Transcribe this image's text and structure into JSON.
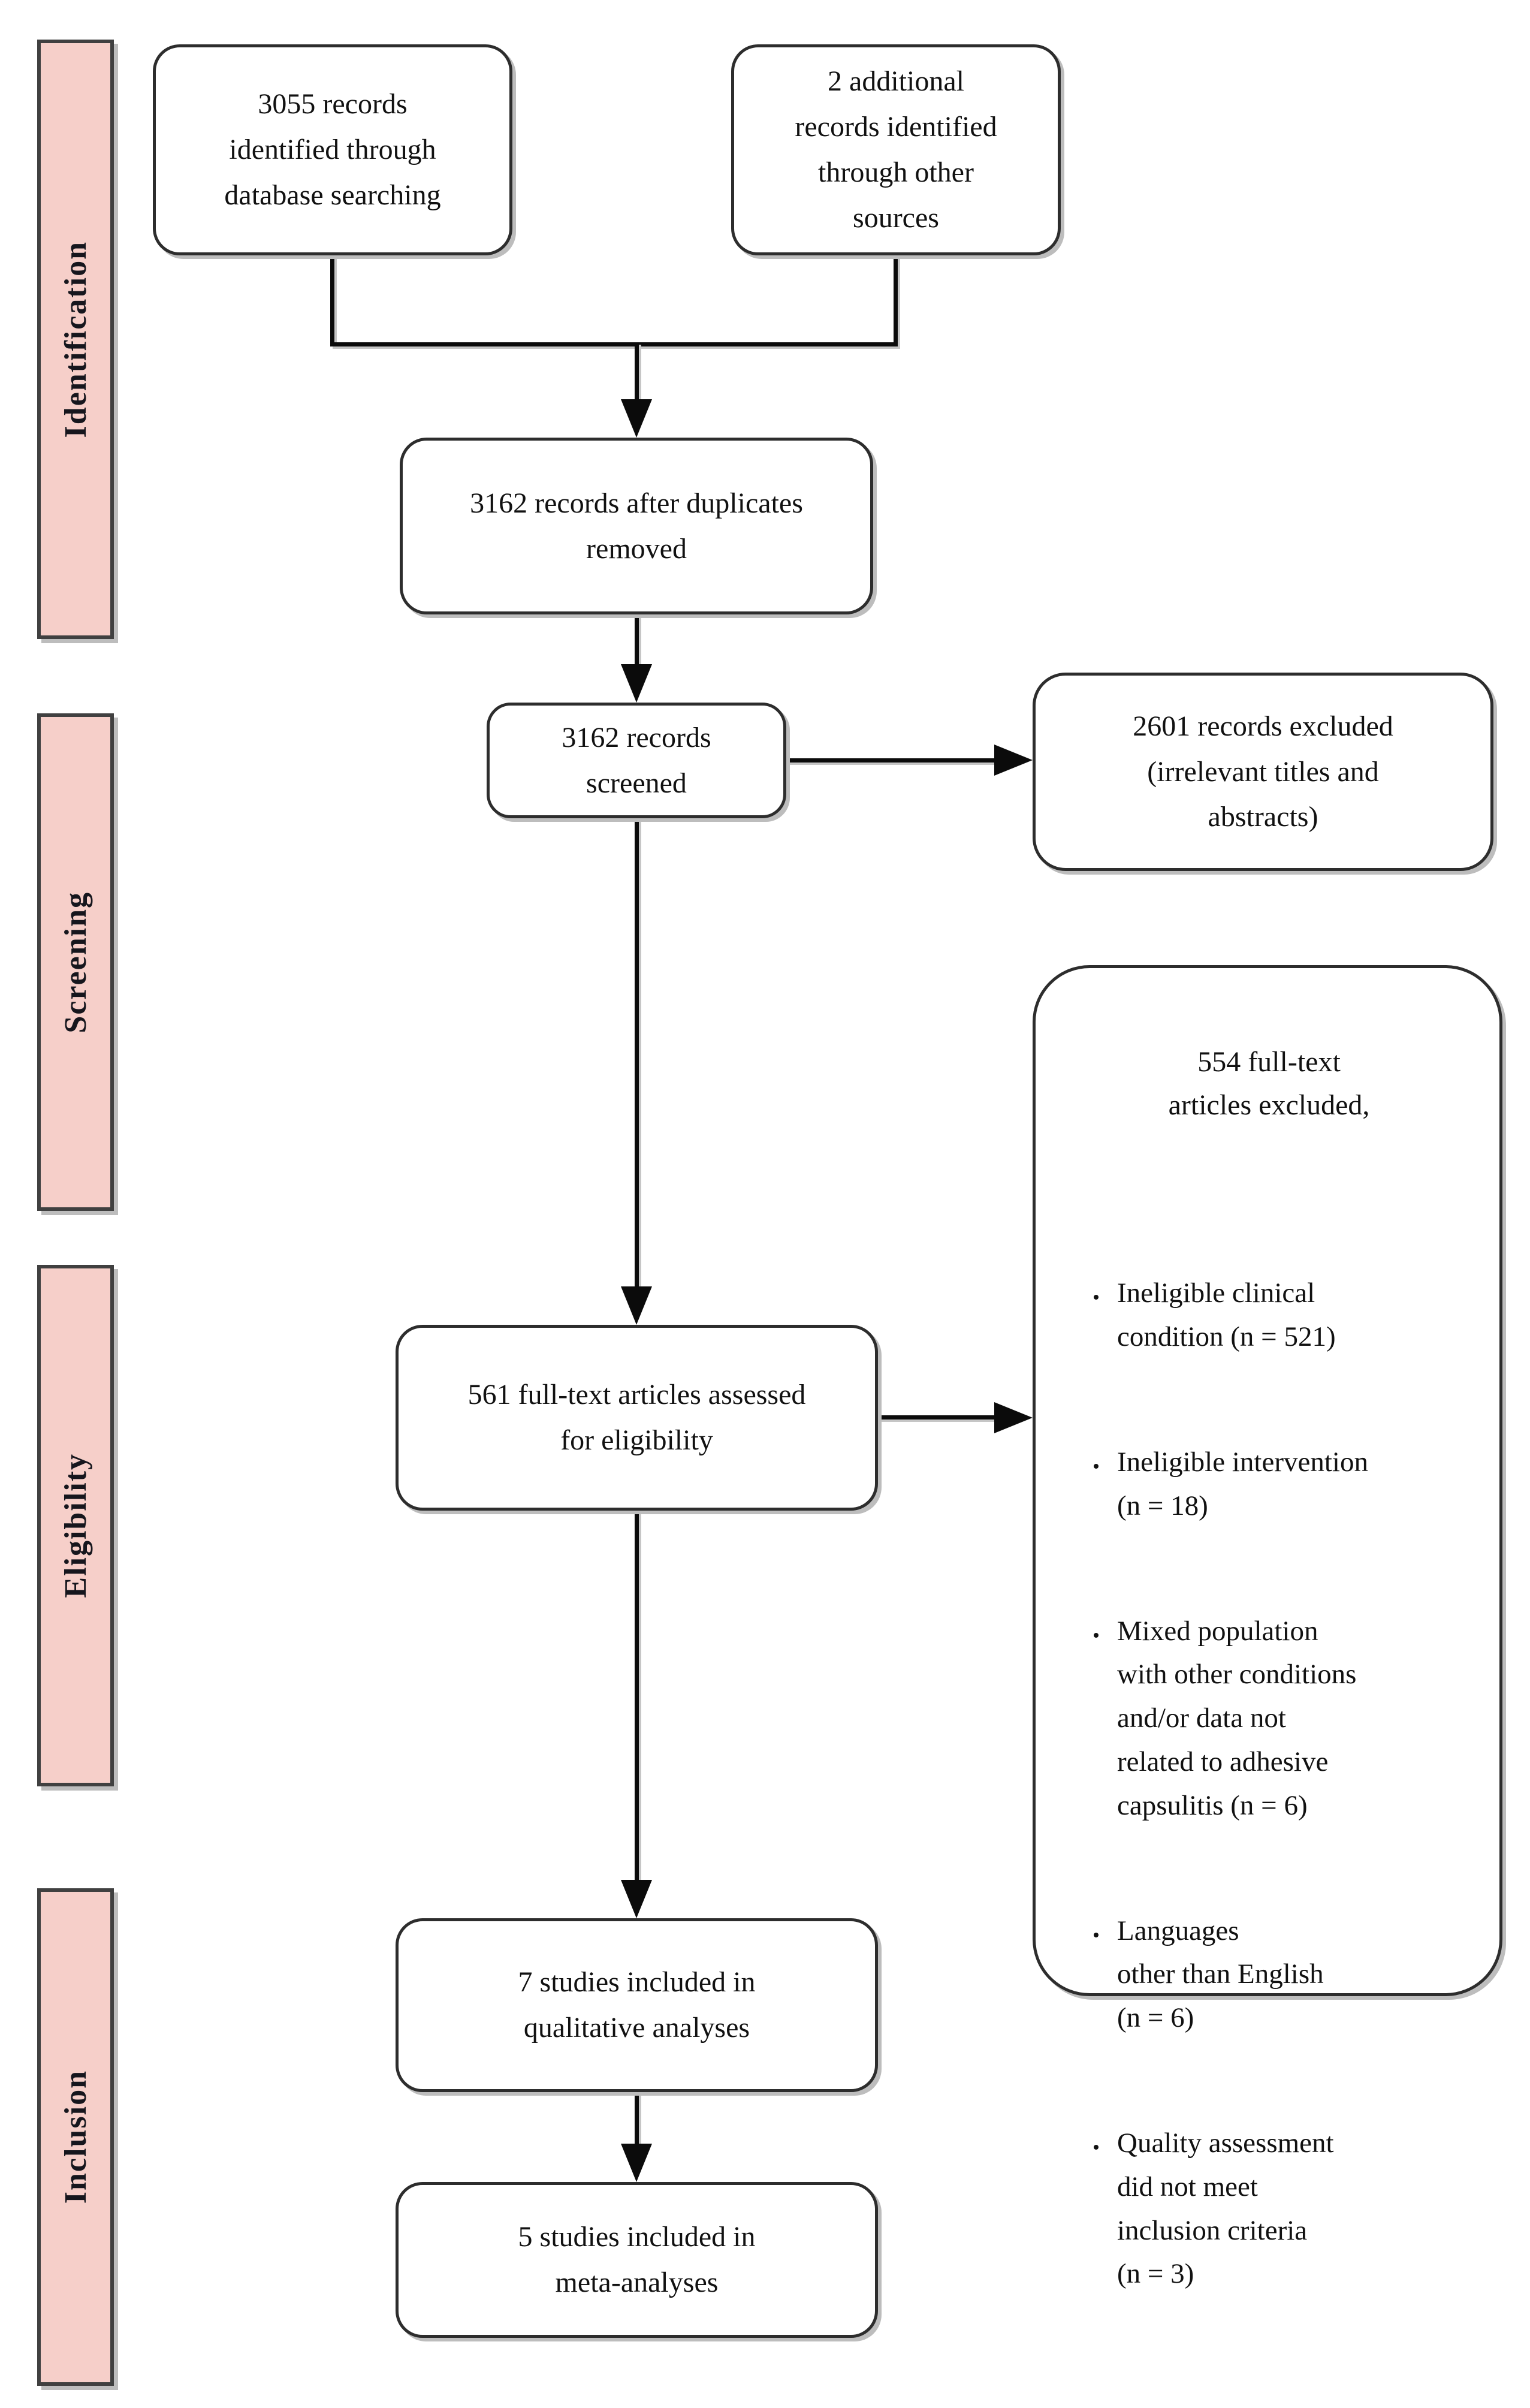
{
  "diagram_title": "PRISMA flow diagram of study selection",
  "colors": {
    "background": "#ffffff",
    "stage_fill": "#f6cfc9",
    "stage_border": "#404040",
    "node_fill": "#ffffff",
    "node_border": "#2d2d2d",
    "connector": "#0b0b0b",
    "shadow": "#bdbdbd",
    "text": "#111111"
  },
  "stages": [
    {
      "label": "Identification"
    },
    {
      "label": "Screening"
    },
    {
      "label": "Eligibility"
    },
    {
      "label": "Inclusion"
    }
  ],
  "nodes": {
    "records_identified": {
      "text": "3055 records\nidentified through\ndatabase searching"
    },
    "additional_records": {
      "text": "2 additional\nrecords identified\nthrough other\nsources"
    },
    "after_duplicates": {
      "text": "3162 records after duplicates\nremoved"
    },
    "records_screened": {
      "text": "3162 records\nscreened"
    },
    "records_excluded": {
      "text": "2601 records excluded\n(irrelevant titles and\nabstracts)"
    },
    "fulltext_assessed": {
      "text": "561 full-text articles assessed\nfor eligibility"
    },
    "fulltext_excluded": {
      "header": "554 full-text\narticles excluded,",
      "reasons": [
        "Ineligible clinical\ncondition (n = 521)",
        "Ineligible intervention\n(n = 18)",
        "Mixed population\nwith other conditions\nand/or data not\nrelated to adhesive\ncapsulitis (n = 6)",
        "Languages\nother than English\n(n = 6)",
        "Quality assessment\ndid not meet\ninclusion criteria\n(n = 3)"
      ]
    },
    "qualitative_included": {
      "text": "7 studies included in\nqualitative analyses"
    },
    "meta_included": {
      "text": "5 studies included in\nmeta-analyses"
    }
  }
}
